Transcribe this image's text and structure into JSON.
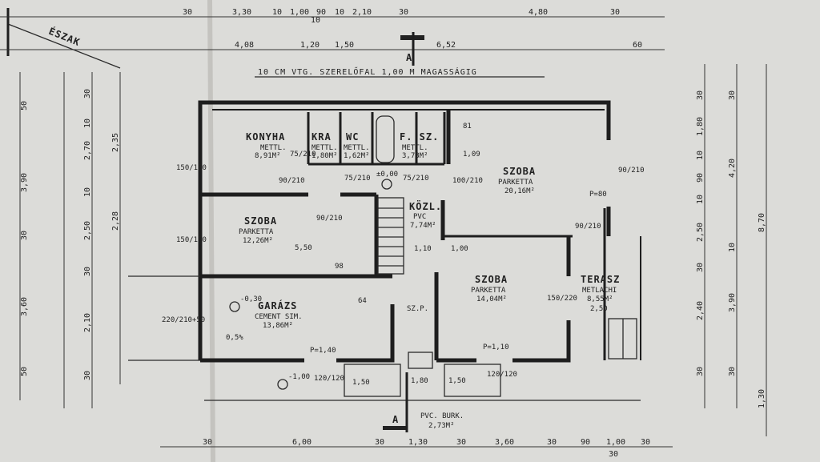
{
  "north_label": "ÉSZAK",
  "note_top": "10 CM VTG. SZERELŐFAL 1,00 M MAGASSÁGIG",
  "section_marker": "A",
  "rooms": {
    "konyha": {
      "name": "KONYHA",
      "floor": "METTL.",
      "area": "8,91M²",
      "door": "75/210"
    },
    "kamra": {
      "name": "KRA",
      "floor": "METTL.",
      "area": "1,80M²"
    },
    "wc": {
      "name": "WC",
      "floor": "METTL.",
      "area": "1,62M²"
    },
    "furdo": {
      "name": "F. SZ.",
      "floor": "METTL.",
      "area": "3,78M²"
    },
    "szoba_large": {
      "name": "SZOBA",
      "floor": "PARKETTA",
      "area": "20,16M²"
    },
    "kozl": {
      "name": "KÖZL.",
      "floor": "PVC",
      "area": "7,74M²",
      "level": "±0,00"
    },
    "szoba_left": {
      "name": "SZOBA",
      "floor": "PARKETTA",
      "area": "12,26M²"
    },
    "szoba_right": {
      "name": "SZOBA",
      "floor": "PARKETTA",
      "area": "14,04M²"
    },
    "terasz": {
      "name": "TERASZ",
      "floor": "METLACHI",
      "area": "8,55M²",
      "width": "2,50"
    },
    "garazs": {
      "name": "GARÁZS",
      "floor": "CEMENT SIM.",
      "area": "13,86M²",
      "level": "-0,30",
      "slope": "0,5%"
    },
    "szp": {
      "name": "SZ.P."
    },
    "entrance": {
      "floor": "PVC. BURK.",
      "area": "2,73M²",
      "level": "-1,00"
    }
  },
  "dimensions": {
    "top_row1": [
      "30",
      "3,30",
      "10",
      "1,00",
      "10",
      "90",
      "10",
      "2,10",
      "30",
      "4,80",
      "30"
    ],
    "top_row2": [
      "4,08",
      "1,20",
      "1,50",
      "6,52",
      "60"
    ],
    "bottom_row": [
      "30",
      "6,00",
      "30",
      "1,30",
      "30",
      "3,60",
      "30",
      "90",
      "1,00",
      "30",
      "30"
    ],
    "right_col1": [
      "30",
      "1,80",
      "10",
      "90",
      "10",
      "2,50",
      "30",
      "2,40",
      "30"
    ],
    "right_col2": [
      "30",
      "4,20",
      "10",
      "3,90",
      "30"
    ],
    "right_col3": [
      "8,70",
      "1,30"
    ],
    "left_col1": [
      "50",
      "3,90",
      "30",
      "3,60",
      "50"
    ],
    "left_col2": [
      "30",
      "10",
      "2,70",
      "10",
      "2,50",
      "30",
      "2,10",
      "30"
    ],
    "left_col3": [
      "2,35",
      "2,28"
    ],
    "openings": [
      "150/150",
      "150/150",
      "220/210+50",
      "90/210",
      "90/210",
      "100/210",
      "75/210",
      "75/210",
      "90/210",
      "150/220",
      "90/210",
      "5,50",
      "1,10",
      "1,00",
      "P=1,40",
      "P=1,10",
      "P=80",
      "120/120",
      "120/120",
      "1,50",
      "1,80",
      "1,50",
      "1,09",
      "81",
      "64",
      "98"
    ]
  },
  "colors": {
    "paper": "#dcdcd9",
    "ink": "#1e1e1e"
  }
}
